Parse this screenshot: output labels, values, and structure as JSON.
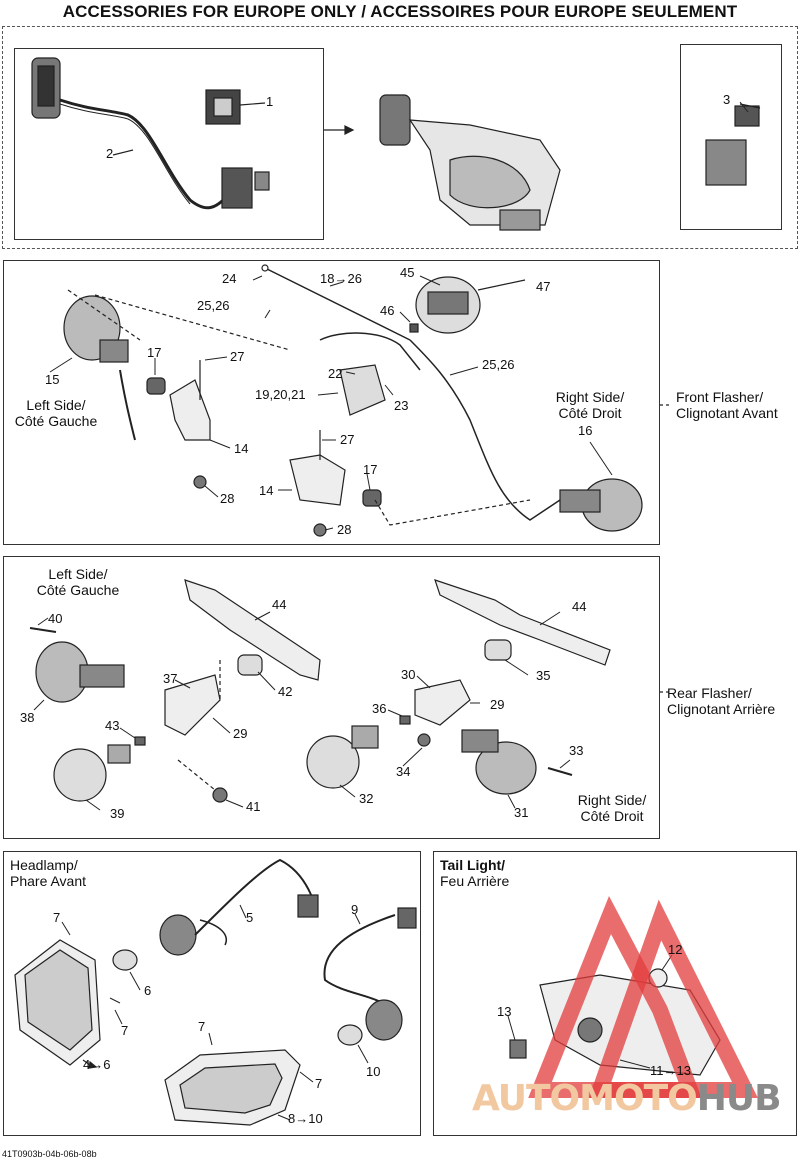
{
  "title": "ACCESSORIES FOR EUROPE ONLY / ACCESSOIRES POUR EUROPE SEULEMENT",
  "callouts": {
    "top": [
      "1",
      "2",
      "3"
    ],
    "front": [
      "24",
      "18→26",
      "45",
      "47",
      "46",
      "25,26",
      "22",
      "19,20,21",
      "23",
      "25,26",
      "17",
      "27",
      "15",
      "14",
      "28",
      "27",
      "17",
      "14",
      "28",
      "16"
    ],
    "rear": [
      "44",
      "44",
      "40",
      "37",
      "42",
      "30",
      "35",
      "29",
      "38",
      "36",
      "29",
      "43",
      "39",
      "41",
      "32",
      "34",
      "31",
      "33"
    ],
    "headlamp": [
      "7",
      "5",
      "9",
      "6",
      "7",
      "7",
      "4→6",
      "10",
      "7",
      "8→10"
    ],
    "tail": [
      "12",
      "13",
      "11→13"
    ]
  },
  "captions": {
    "front_left": "Left Side/\nCôté Gauche",
    "front_right": "Right Side/\nCôté Droit",
    "front_section": "Front Flasher/\nClignotant Avant",
    "rear_left": "Left Side/\nCôté Gauche",
    "rear_right": "Right Side/\nCôté Droit",
    "rear_section": "Rear Flasher/\nClignotant Arrière",
    "headlamp": "Headlamp/\nPhare Avant",
    "tail_bold": "Tail Light/",
    "tail_sub": "Feu Arrière"
  },
  "watermark": {
    "part1": "AUTOMOTO",
    "part2": "HUB",
    "color_main": "#f2c8a0",
    "color_triangle": "#e23c3c"
  },
  "footer": "41T0903b-04b-06b-08b"
}
